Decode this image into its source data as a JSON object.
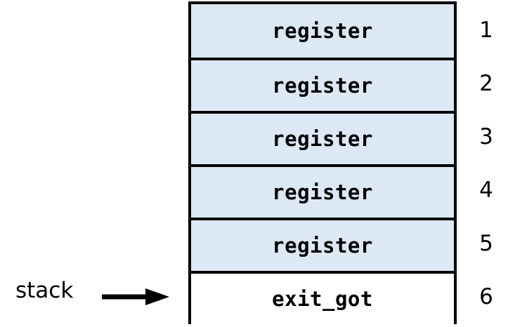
{
  "stack": {
    "label": "stack",
    "cells": [
      {
        "text": "register",
        "index": "1",
        "fill": "#dde8f5"
      },
      {
        "text": "register",
        "index": "2",
        "fill": "#dde8f5"
      },
      {
        "text": "register",
        "index": "3",
        "fill": "#dde8f5"
      },
      {
        "text": "register",
        "index": "4",
        "fill": "#dde8f5"
      },
      {
        "text": "register",
        "index": "5",
        "fill": "#dde8f5"
      },
      {
        "text": "exit_got",
        "index": "6",
        "fill": "#ffffff"
      }
    ]
  },
  "icons": {
    "pointer": "arrow-right-icon"
  }
}
